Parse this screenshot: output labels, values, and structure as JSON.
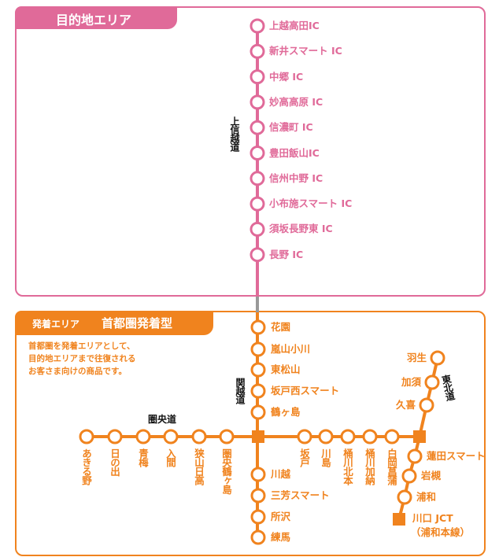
{
  "colors": {
    "destination": "#e06a99",
    "origin": "#f0831e",
    "connector": "#999999"
  },
  "destination_area": {
    "title": "目的地エリア",
    "road": "上信越道",
    "stations": [
      "上越高田IC",
      "新井スマート IC",
      "中郷 IC",
      "妙高高原 IC",
      "信濃町 IC",
      "豊田飯山IC",
      "信州中野 IC",
      "小布施スマート IC",
      "須坂長野東 IC",
      "長野 IC"
    ]
  },
  "origin_area": {
    "tab_small": "発着エリア",
    "tab_title": "首都圏発着型",
    "description": [
      "首都圏を発着エリアとして、",
      "目的地エリアまで往復される",
      "お客さま向けの商品です。"
    ],
    "kanetsu": {
      "road": "関越道",
      "north": [
        "花園",
        "嵐山小川",
        "東松山",
        "坂戸西スマート",
        "鶴ヶ島"
      ],
      "south": [
        "川越",
        "三芳スマート",
        "所沢",
        "練馬"
      ]
    },
    "kenodo": {
      "road": "圏央道",
      "west": [
        "あきる野",
        "日の出",
        "青梅",
        "入間",
        "狭山日高",
        "圏央鶴ヶ島"
      ],
      "east": [
        "坂戸",
        "川島",
        "桶川北本",
        "桶川加納",
        "白岡菖蒲"
      ]
    },
    "tohoku": {
      "road": "東北道",
      "north": [
        "羽生",
        "加須",
        "久喜"
      ],
      "south": [
        "蓮田スマート",
        "岩槻",
        "浦和"
      ],
      "end": [
        "川口 JCT",
        "（浦和本線）"
      ]
    }
  }
}
